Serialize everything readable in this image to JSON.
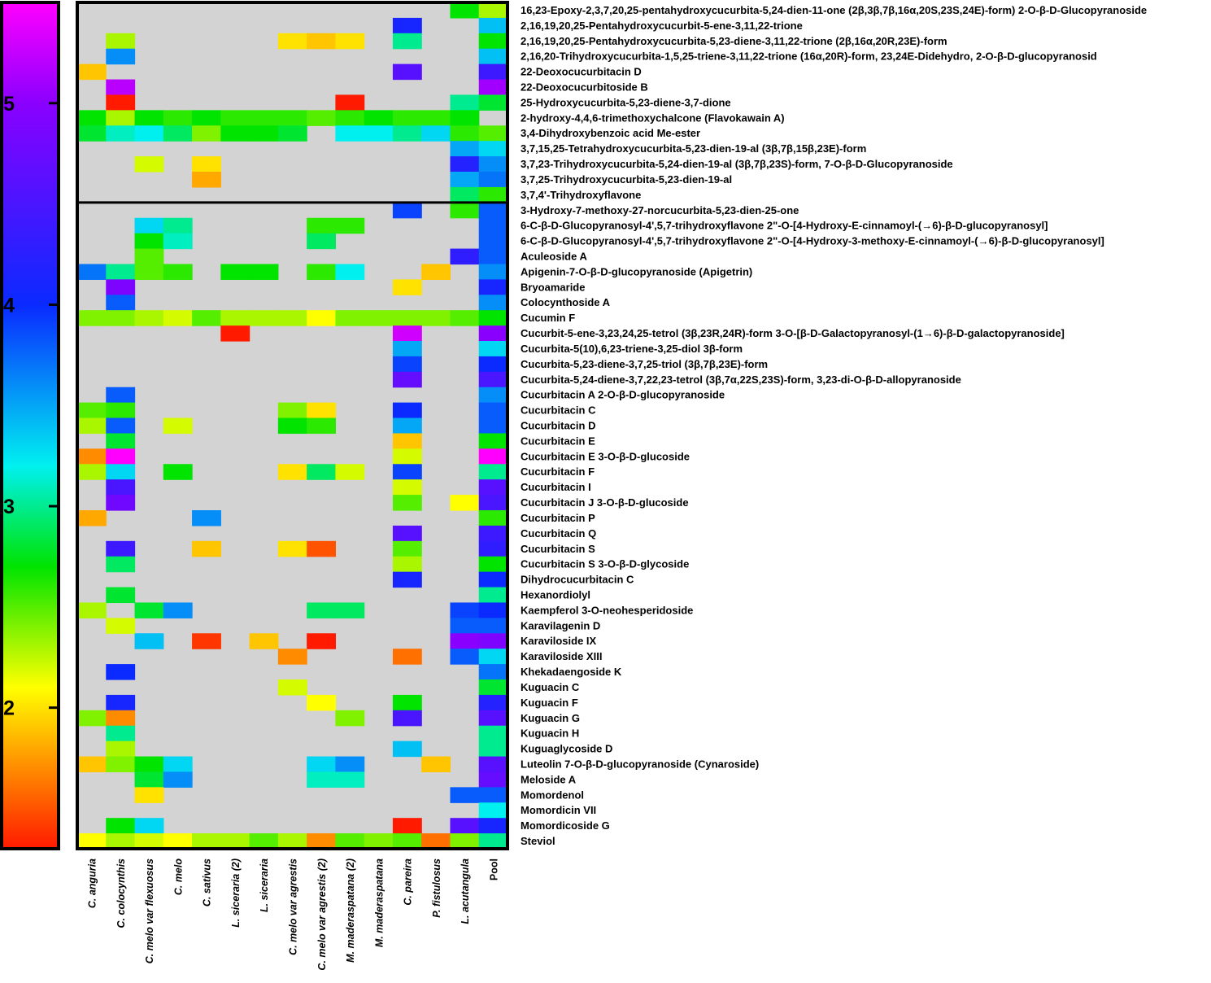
{
  "chart_data": {
    "type": "heatmap",
    "color_scale": {
      "range": [
        1.3,
        5.5
      ],
      "ticks": [
        "2",
        "3",
        "4",
        "5"
      ],
      "tick_values": [
        2,
        3,
        4,
        5
      ],
      "stops": [
        {
          "v": 1.3,
          "c": "#ff1a00"
        },
        {
          "v": 1.7,
          "c": "#ff8c00"
        },
        {
          "v": 2.1,
          "c": "#ffff00"
        },
        {
          "v": 2.7,
          "c": "#00e400"
        },
        {
          "v": 3.2,
          "c": "#00f0f0"
        },
        {
          "v": 4.0,
          "c": "#0a2aff"
        },
        {
          "v": 5.0,
          "c": "#8a00ff"
        },
        {
          "v": 5.5,
          "c": "#ff00ff"
        }
      ]
    },
    "missing_color": "#d3d3d3",
    "columns": [
      "C. anguria",
      "C. colocynthis",
      "C. melo var flexuosus",
      "C. melo",
      "C. sativus",
      "L. siceraria (2)",
      "L. siceraria",
      "C. melo var agrestis",
      "C. melo var agrestis (2)",
      "M. maderaspatana (2)",
      "M. maderaspatana",
      "C. pareira",
      "P. fistulosus",
      "L. acutangula",
      "Pool"
    ],
    "rows": [
      "16,23-Epoxy-2,3,7,20,25-pentahydroxycucurbita-5,24-dien-11-one (2β,3β,7β,16α,20S,23S,24E)-form) 2-O-β-D-Glucopyranoside",
      "2,16,19,20,25-Pentahydroxycucurbit-5-ene-3,11,22-trione",
      "2,16,19,20,25-Pentahydroxycucurbita-5,23-diene-3,11,22-trione (2β,16α,20R,23E)-form",
      "2,16,20-Trihydroxycucurbita-1,5,25-triene-3,11,22-trione (16α,20R)-form, 23,24E-Didehydro, 2-O-β-D-glucopyranosid",
      "22-Deoxocucurbitacin D",
      "22-Deoxocucurbitoside B",
      "25-Hydroxycucurbita-5,23-diene-3,7-dione",
      "2-hydroxy-4,4,6-trimethoxychalcone (Flavokawain A)",
      "3,4-Dihydroxybenzoic acid Me-ester",
      "3,7,15,25-Tetrahydroxycucurbita-5,23-dien-19-al (3β,7β,15β,23E)-form",
      "3,7,23-Trihydroxycucurbita-5,24-dien-19-al (3β,7β,23S)-form, 7-O-β-D-Glucopyranoside",
      "3,7,25-Trihydroxycucurbita-5,23-dien-19-al",
      "3,7,4'-Trihydroxyflavone",
      "3-Hydroxy-7-methoxy-27-norcucurbita-5,23-dien-25-one",
      "6-C-β-D-Glucopyranosyl-4',5,7-trihydroxyflavone 2\"-O-[4-Hydroxy-E-cinnamoyl-(→6)-β-D-glucopyranosyl]",
      "6-C-β-D-Glucopyranosyl-4',5,7-trihydroxyflavone 2\"-O-[4-Hydroxy-3-methoxy-E-cinnamoyl-(→6)-β-D-glucopyranosyl]",
      "Aculeoside A",
      "Apigenin-7-O-β-D-glucopyranoside (Apigetrin)",
      "Bryoamaride",
      "Colocynthoside A",
      "Cucumin F",
      "Cucurbit-5-ene-3,23,24,25-tetrol (3β,23R,24R)-form 3-O-[β-D-Galactopyranosyl-(1→6)-β-D-galactopyranoside]",
      "Cucurbita-5(10),6,23-triene-3,25-diol 3β-form",
      "Cucurbita-5,23-diene-3,7,25-triol (3β,7β,23E)-form",
      "Cucurbita-5,24-diene-3,7,22,23-tetrol (3β,7α,22S,23S)-form, 3,23-di-O-β-D-allopyranoside",
      "Cucurbitacin A 2-O-β-D-glucopyranoside",
      "Cucurbitacin C",
      "Cucurbitacin D",
      "Cucurbitacin E",
      "Cucurbitacin E 3-O-β-D-glucoside",
      "Cucurbitacin F",
      "Cucurbitacin I",
      "Cucurbitacin J 3-O-β-D-glucoside",
      "Cucurbitacin P",
      "Cucurbitacin Q",
      "Cucurbitacin S",
      "Cucurbitacin S 3-O-β-D-glycoside",
      "Dihydrocucurbitacin C",
      "Hexanordiolyl",
      "Kaempferol 3-O-neohesperidoside",
      "Karavilagenin D",
      "Karaviloside IX",
      "Karaviloside XIII",
      "Khekadaengoside K",
      "Kuguacin C",
      "Kuguacin F",
      "Kuguacin G",
      "Kuguacin H",
      "Kuguaglycoside D",
      "Luteolin 7-O-β-D-glucopyranoside (Cynaroside)",
      "Meloside A",
      "Momordenol",
      "Momordicin VII",
      "Momordicoside G",
      "Steviol"
    ],
    "values": [
      [
        null,
        null,
        null,
        null,
        null,
        null,
        null,
        null,
        null,
        null,
        null,
        null,
        null,
        2.7,
        2.3
      ],
      [
        null,
        null,
        null,
        null,
        null,
        null,
        null,
        null,
        null,
        null,
        null,
        4.1,
        null,
        null,
        3.4
      ],
      [
        null,
        2.3,
        null,
        null,
        null,
        null,
        null,
        2.0,
        1.9,
        2.0,
        null,
        3.0,
        null,
        null,
        2.7
      ],
      [
        null,
        3.6,
        null,
        null,
        null,
        null,
        null,
        null,
        null,
        null,
        null,
        null,
        null,
        null,
        3.4
      ],
      [
        1.9,
        null,
        null,
        null,
        null,
        null,
        null,
        null,
        null,
        null,
        null,
        4.6,
        null,
        null,
        4.4
      ],
      [
        null,
        5.2,
        null,
        null,
        null,
        null,
        null,
        null,
        null,
        null,
        null,
        null,
        null,
        null,
        5.1
      ],
      [
        null,
        1.3,
        null,
        null,
        null,
        null,
        null,
        null,
        null,
        1.3,
        null,
        null,
        null,
        3.0,
        2.8
      ],
      [
        2.7,
        2.3,
        2.7,
        2.6,
        2.7,
        2.6,
        2.6,
        2.6,
        2.5,
        2.6,
        2.7,
        2.6,
        2.6,
        2.7,
        null
      ],
      [
        2.8,
        3.1,
        3.2,
        2.9,
        2.4,
        2.7,
        2.7,
        2.8,
        null,
        3.2,
        3.2,
        3.0,
        3.3,
        2.6,
        2.5
      ],
      [
        null,
        null,
        null,
        null,
        null,
        null,
        null,
        null,
        null,
        null,
        null,
        null,
        null,
        3.5,
        3.3
      ],
      [
        null,
        null,
        2.2,
        null,
        2.0,
        null,
        null,
        null,
        null,
        null,
        null,
        null,
        null,
        4.2,
        3.6
      ],
      [
        null,
        null,
        null,
        null,
        1.8,
        null,
        null,
        null,
        null,
        null,
        null,
        null,
        null,
        3.5,
        3.7
      ],
      [
        null,
        null,
        null,
        null,
        null,
        null,
        null,
        null,
        null,
        null,
        null,
        null,
        null,
        2.9,
        2.6
      ],
      [
        null,
        null,
        null,
        null,
        null,
        null,
        null,
        null,
        null,
        null,
        null,
        3.9,
        null,
        2.6,
        3.8
      ],
      [
        null,
        null,
        3.3,
        3.0,
        null,
        null,
        null,
        null,
        2.6,
        2.6,
        null,
        null,
        null,
        null,
        3.8
      ],
      [
        null,
        null,
        2.7,
        3.1,
        null,
        null,
        null,
        null,
        2.9,
        null,
        null,
        null,
        null,
        null,
        3.8
      ],
      [
        null,
        null,
        2.5,
        null,
        null,
        null,
        null,
        null,
        null,
        null,
        null,
        null,
        null,
        4.3,
        3.8
      ],
      [
        3.7,
        3.0,
        2.5,
        2.6,
        null,
        2.7,
        2.7,
        null,
        2.6,
        3.2,
        null,
        null,
        1.9,
        null,
        3.6
      ],
      [
        null,
        4.9,
        null,
        null,
        null,
        null,
        null,
        null,
        null,
        null,
        null,
        2.0,
        null,
        null,
        4.1
      ],
      [
        null,
        3.8,
        null,
        null,
        null,
        null,
        null,
        null,
        null,
        null,
        null,
        null,
        null,
        null,
        3.6
      ],
      [
        2.4,
        2.4,
        2.3,
        2.2,
        2.5,
        2.3,
        2.3,
        2.3,
        2.1,
        2.4,
        2.4,
        2.4,
        2.4,
        2.5,
        2.7
      ],
      [
        null,
        null,
        null,
        null,
        null,
        1.3,
        null,
        null,
        null,
        null,
        null,
        5.3,
        null,
        null,
        5.0
      ],
      [
        null,
        null,
        null,
        null,
        null,
        null,
        null,
        null,
        null,
        null,
        null,
        3.5,
        null,
        null,
        3.3
      ],
      [
        null,
        null,
        null,
        null,
        null,
        null,
        null,
        null,
        null,
        null,
        null,
        3.9,
        null,
        null,
        4.0
      ],
      [
        null,
        null,
        null,
        null,
        null,
        null,
        null,
        null,
        null,
        null,
        null,
        4.7,
        null,
        null,
        4.5
      ],
      [
        null,
        3.8,
        null,
        null,
        null,
        null,
        null,
        null,
        null,
        null,
        null,
        null,
        null,
        null,
        3.6
      ],
      [
        2.5,
        2.6,
        null,
        null,
        null,
        null,
        null,
        2.4,
        2.0,
        null,
        null,
        4.0,
        null,
        null,
        3.8
      ],
      [
        2.3,
        3.8,
        null,
        2.2,
        null,
        null,
        null,
        2.7,
        2.6,
        null,
        null,
        3.5,
        null,
        null,
        3.8
      ],
      [
        null,
        2.8,
        null,
        null,
        null,
        null,
        null,
        null,
        null,
        null,
        null,
        1.9,
        null,
        null,
        2.7
      ],
      [
        1.7,
        5.5,
        null,
        null,
        null,
        null,
        null,
        null,
        null,
        null,
        null,
        2.2,
        null,
        null,
        5.5
      ],
      [
        2.3,
        3.3,
        null,
        2.7,
        null,
        null,
        null,
        2.0,
        2.9,
        2.2,
        null,
        3.9,
        null,
        null,
        3.0
      ],
      [
        null,
        4.5,
        null,
        null,
        null,
        null,
        null,
        null,
        null,
        null,
        null,
        2.2,
        null,
        null,
        4.6
      ],
      [
        null,
        4.8,
        null,
        null,
        null,
        null,
        null,
        null,
        null,
        null,
        null,
        2.5,
        null,
        2.1,
        4.5
      ],
      [
        1.8,
        null,
        null,
        null,
        3.6,
        null,
        null,
        null,
        null,
        null,
        null,
        null,
        null,
        null,
        2.6
      ],
      [
        null,
        null,
        null,
        null,
        null,
        null,
        null,
        null,
        null,
        null,
        null,
        4.6,
        null,
        null,
        4.4
      ],
      [
        null,
        4.4,
        null,
        null,
        1.9,
        null,
        null,
        2.0,
        1.5,
        null,
        null,
        2.5,
        null,
        null,
        4.3
      ],
      [
        null,
        2.9,
        null,
        null,
        null,
        null,
        null,
        null,
        null,
        null,
        null,
        2.3,
        null,
        null,
        2.7
      ],
      [
        null,
        null,
        null,
        null,
        null,
        null,
        null,
        null,
        null,
        null,
        null,
        4.1,
        null,
        null,
        4.0
      ],
      [
        null,
        2.8,
        null,
        null,
        null,
        null,
        null,
        null,
        null,
        null,
        null,
        null,
        null,
        null,
        3.0
      ],
      [
        2.3,
        null,
        2.8,
        3.6,
        null,
        null,
        null,
        null,
        2.9,
        2.9,
        null,
        null,
        null,
        3.9,
        4.0
      ],
      [
        null,
        2.2,
        null,
        null,
        null,
        null,
        null,
        null,
        null,
        null,
        null,
        null,
        null,
        3.8,
        3.8
      ],
      [
        null,
        null,
        3.4,
        null,
        1.4,
        null,
        1.9,
        null,
        1.3,
        null,
        null,
        null,
        null,
        5.0,
        4.9
      ],
      [
        null,
        null,
        null,
        null,
        null,
        null,
        null,
        1.7,
        null,
        null,
        null,
        1.6,
        null,
        3.8,
        3.3
      ],
      [
        null,
        4.0,
        null,
        null,
        null,
        null,
        null,
        null,
        null,
        null,
        null,
        null,
        null,
        null,
        3.7
      ],
      [
        null,
        null,
        null,
        null,
        null,
        null,
        null,
        2.2,
        null,
        null,
        null,
        null,
        null,
        null,
        2.8
      ],
      [
        null,
        4.1,
        null,
        null,
        null,
        null,
        null,
        null,
        2.1,
        null,
        null,
        2.7,
        null,
        null,
        4.2
      ],
      [
        2.4,
        1.7,
        null,
        null,
        null,
        null,
        null,
        null,
        null,
        2.4,
        null,
        4.5,
        null,
        null,
        4.6
      ],
      [
        null,
        3.0,
        null,
        null,
        null,
        null,
        null,
        null,
        null,
        null,
        null,
        null,
        null,
        null,
        3.0
      ],
      [
        null,
        2.3,
        null,
        null,
        null,
        null,
        null,
        null,
        null,
        null,
        null,
        3.4,
        null,
        null,
        3.0
      ],
      [
        1.9,
        2.4,
        2.7,
        3.3,
        null,
        null,
        null,
        null,
        3.3,
        3.6,
        null,
        null,
        1.9,
        null,
        4.6
      ],
      [
        null,
        null,
        2.8,
        3.6,
        null,
        null,
        null,
        null,
        3.1,
        3.1,
        null,
        null,
        null,
        null,
        4.7
      ],
      [
        null,
        null,
        2.0,
        null,
        null,
        null,
        null,
        null,
        null,
        null,
        null,
        null,
        null,
        3.8,
        3.8
      ],
      [
        null,
        null,
        null,
        null,
        null,
        null,
        null,
        null,
        null,
        null,
        null,
        null,
        null,
        null,
        3.2
      ],
      [
        null,
        2.7,
        3.3,
        null,
        null,
        null,
        null,
        null,
        null,
        null,
        null,
        1.3,
        null,
        4.6,
        4.1
      ],
      [
        2.1,
        2.3,
        2.2,
        2.1,
        2.3,
        2.3,
        2.5,
        2.3,
        1.7,
        2.5,
        2.4,
        2.5,
        1.6,
        2.4,
        3.0
      ]
    ]
  }
}
